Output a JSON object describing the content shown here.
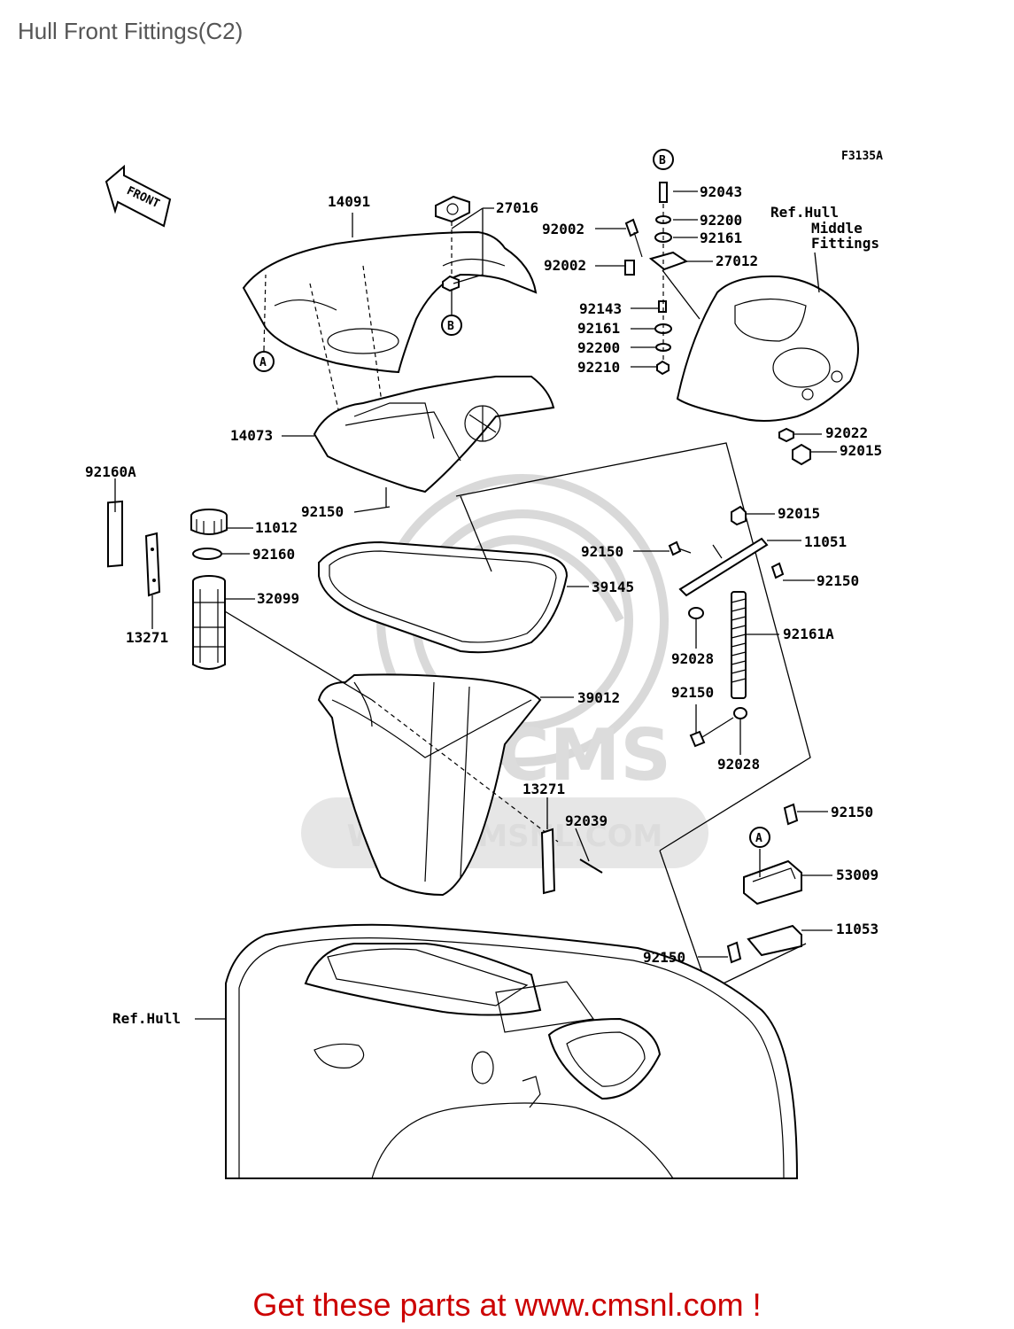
{
  "page": {
    "title": "Hull Front Fittings(C2)"
  },
  "diagram": {
    "figure_code": "F3135A",
    "front_arrow": "FRONT",
    "ref_labels": {
      "hull_middle_line1": "Ref.Hull",
      "hull_middle_line2": "Middle",
      "hull_middle_line3": "Fittings",
      "hull": "Ref.Hull"
    },
    "markers": {
      "a": "A",
      "b": "B"
    },
    "parts": {
      "p14091": "14091",
      "p27016": "27016",
      "p92043": "92043",
      "p92200_top": "92200",
      "p92002_a": "92002",
      "p92161_top": "92161",
      "p92002_b": "92002",
      "p27012": "27012",
      "p92143": "92143",
      "p92161_mid": "92161",
      "p92200_mid": "92200",
      "p92210": "92210",
      "p14073": "14073",
      "p92022": "92022",
      "p92015_a": "92015",
      "p92160A": "92160A",
      "p92150_a": "92150",
      "p11012": "11012",
      "p92015_b": "92015",
      "p11051": "11051",
      "p92160": "92160",
      "p92150_b": "92150",
      "p92150_c": "92150",
      "p32099": "32099",
      "p39145": "39145",
      "p13271_a": "13271",
      "p92161A": "92161A",
      "p92028_a": "92028",
      "p39012": "39012",
      "p92150_d": "92150",
      "p92028_b": "92028",
      "p13271_b": "13271",
      "p92150_e": "92150",
      "p92039": "92039",
      "p53009": "53009",
      "p11053": "11053",
      "p92150_f": "92150"
    },
    "watermark": {
      "text_large": "CMS",
      "text_url": "WWW.CMSNL.COM"
    }
  },
  "footer": {
    "link_text": "Get these parts at www.cmsnl.com !"
  }
}
